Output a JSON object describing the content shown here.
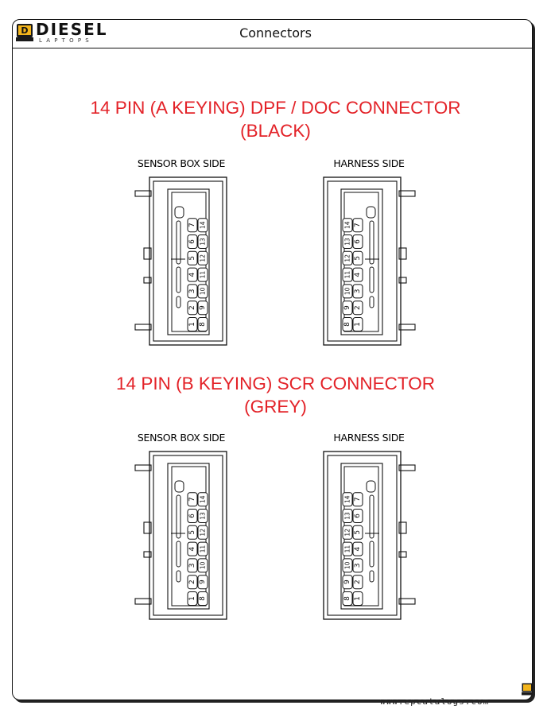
{
  "header": {
    "logo_word": "DIESEL",
    "logo_sub": "LAPTOPS",
    "logo_letter": "D",
    "title": "Connectors"
  },
  "sections": [
    {
      "title_line1": "14 PIN (A KEYING) DPF / DOC CONNECTOR",
      "title_line2": "(BLACK)",
      "left_label": "SENSOR BOX SIDE",
      "right_label": "HARNESS SIDE"
    },
    {
      "title_line1": "14 PIN (B KEYING) SCR CONNECTOR",
      "title_line2": "(GREY)",
      "left_label": "SENSOR BOX SIDE",
      "right_label": "HARNESS SIDE"
    }
  ],
  "pins": {
    "inner_column": [
      "1",
      "2",
      "3",
      "4",
      "5",
      "6",
      "7"
    ],
    "outer_column": [
      "8",
      "9",
      "10",
      "11",
      "12",
      "13",
      "14"
    ]
  },
  "footer": {
    "url": "www.epcatalogs.com"
  }
}
